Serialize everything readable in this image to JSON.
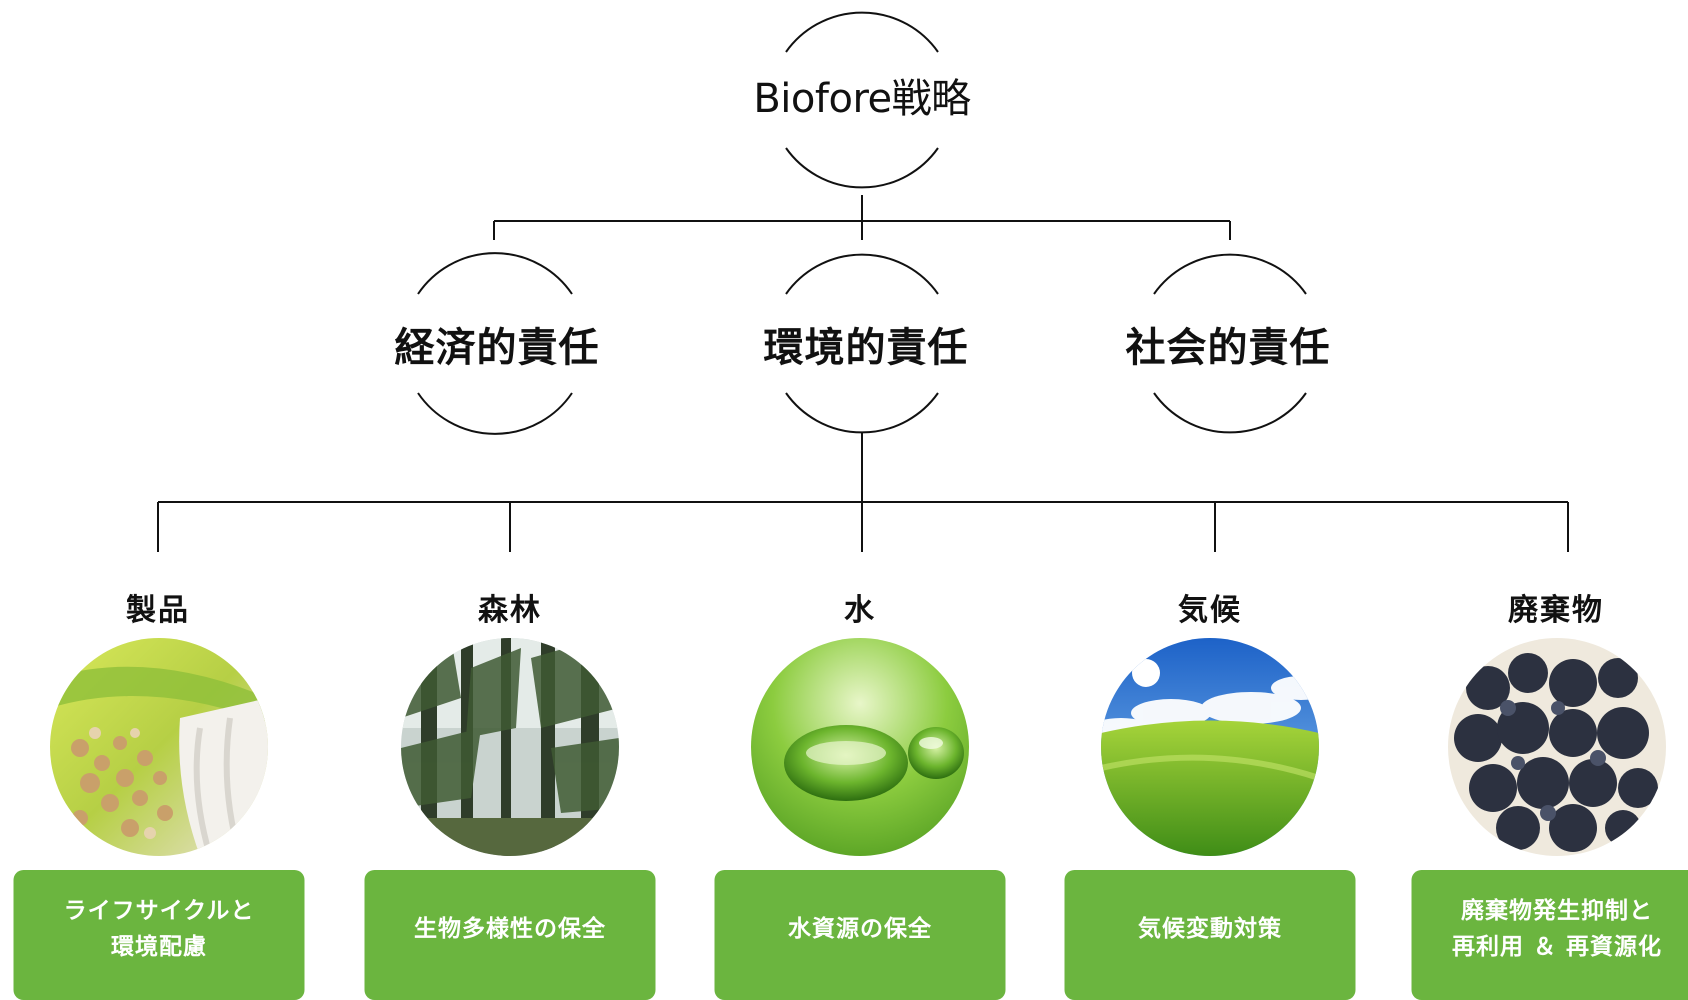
{
  "root": {
    "label": "Biofore戦略"
  },
  "pillars": [
    {
      "label": "経済的責任"
    },
    {
      "label": "環境的責任"
    },
    {
      "label": "社会的責任"
    }
  ],
  "topics": [
    {
      "title": "製品",
      "image": "product-lifecycle-image",
      "description": "ライフサイクルと\n環境配慮"
    },
    {
      "title": "森林",
      "image": "forest-image",
      "description": "生物多様性の保全"
    },
    {
      "title": "水",
      "image": "water-drop-image",
      "description": "水資源の保全"
    },
    {
      "title": "気候",
      "image": "sky-field-image",
      "description": "気候変動対策"
    },
    {
      "title": "廃棄物",
      "image": "waste-pellets-image",
      "description": "廃棄物発生抑制と\n再利用 ＆ 再資源化"
    }
  ],
  "colors": {
    "accent": "#6bb53f",
    "line": "#111111",
    "box_text": "#ffffff"
  }
}
